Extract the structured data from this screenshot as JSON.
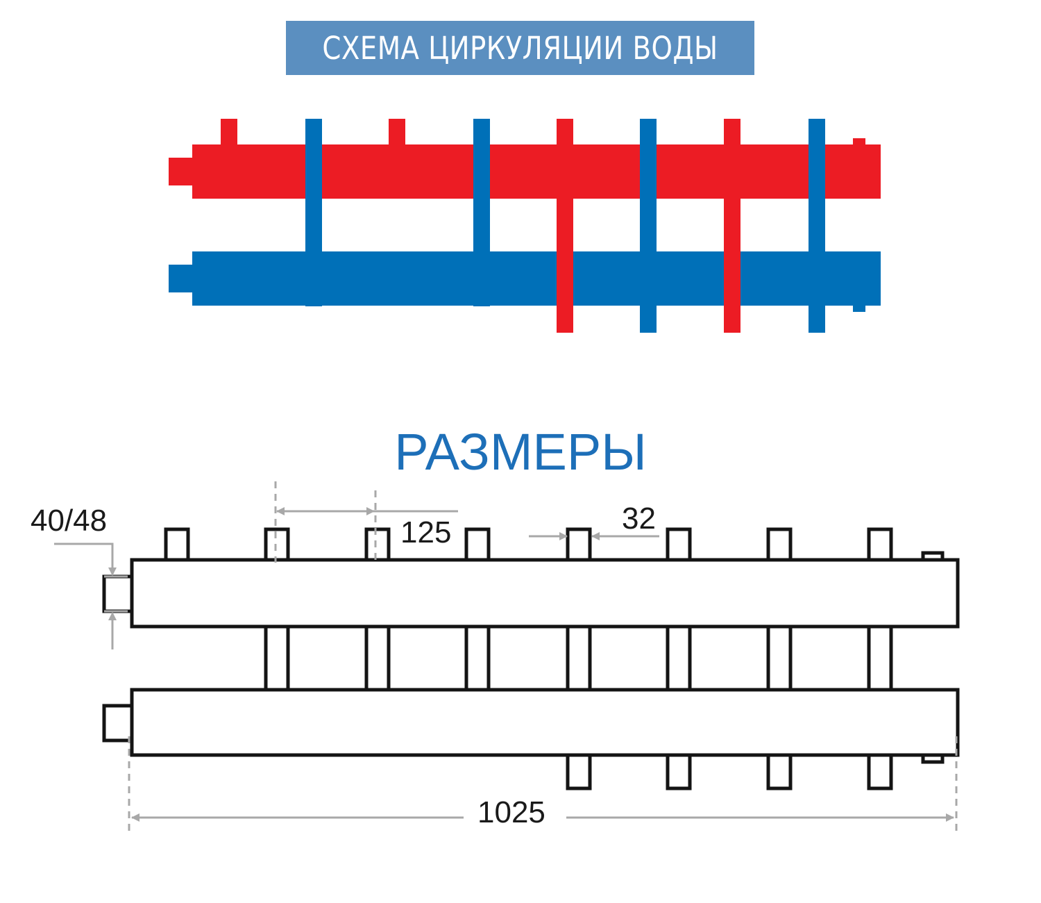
{
  "circulation": {
    "title": "СХЕМА ЦИРКУЛЯЦИИ ВОДЫ",
    "colors": {
      "banner": "#5b8fc0",
      "hot": "#ec1c24",
      "cold": "#0070b8"
    },
    "outlets": [
      "hot",
      "cold",
      "hot",
      "cold",
      "hot",
      "cold",
      "hot",
      "cold"
    ]
  },
  "dimensions": {
    "title": "РАЗМЕРЫ",
    "title_color": "#1d6fb8",
    "diameter_label": "40/48",
    "spacing_label": "125",
    "pipe_label": "32",
    "length_label": "1025"
  }
}
